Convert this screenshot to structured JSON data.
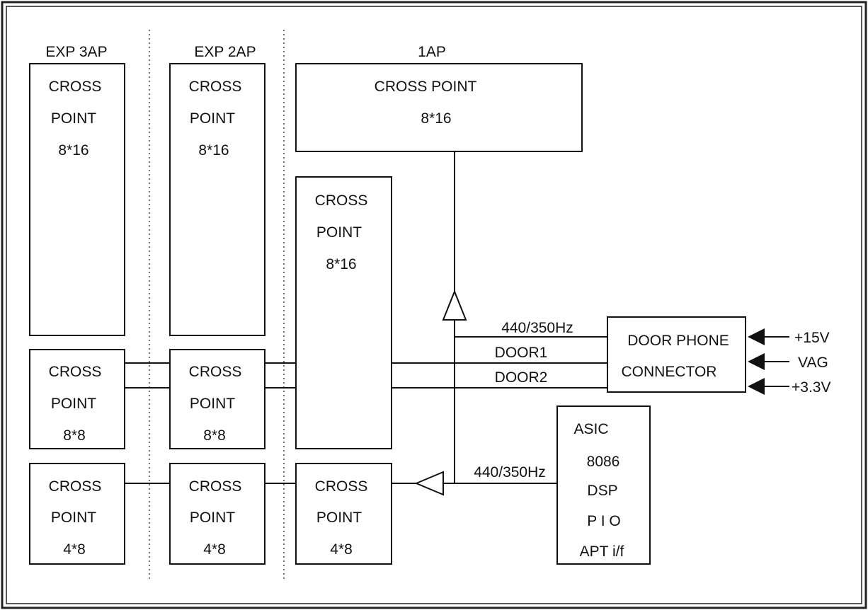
{
  "columns": {
    "exp3": "EXP 3AP",
    "exp2": "EXP 2AP",
    "ap1": "1AP"
  },
  "blocks": {
    "exp3_cp816": [
      "CROSS",
      "POINT",
      "8*16"
    ],
    "exp2_cp816": [
      "CROSS",
      "POINT",
      "8*16"
    ],
    "ap1_cp816_top": [
      "CROSS POINT",
      "8*16"
    ],
    "ap1_cp816_tall": [
      "CROSS",
      "POINT",
      "8*16"
    ],
    "exp3_cp88": [
      "CROSS",
      "POINT",
      "8*8"
    ],
    "exp2_cp88": [
      "CROSS",
      "POINT",
      "8*8"
    ],
    "exp3_cp48": [
      "CROSS",
      "POINT",
      "4*8"
    ],
    "exp2_cp48": [
      "CROSS",
      "POINT",
      "4*8"
    ],
    "ap1_cp48": [
      "CROSS",
      "POINT",
      "4*8"
    ],
    "door_phone": [
      "DOOR PHONE",
      "CONNECTOR"
    ],
    "asic": [
      "ASIC",
      "8086",
      "DSP",
      "P I O",
      "APT i/f"
    ]
  },
  "signals": {
    "tone_top": "440/350Hz",
    "door1": "DOOR1",
    "door2": "DOOR2",
    "tone_bottom": "440/350Hz"
  },
  "power_inputs": [
    "+15V",
    "VAG",
    "+3.3V"
  ],
  "colors": {
    "line": "#111111",
    "background": "#ffffff"
  }
}
